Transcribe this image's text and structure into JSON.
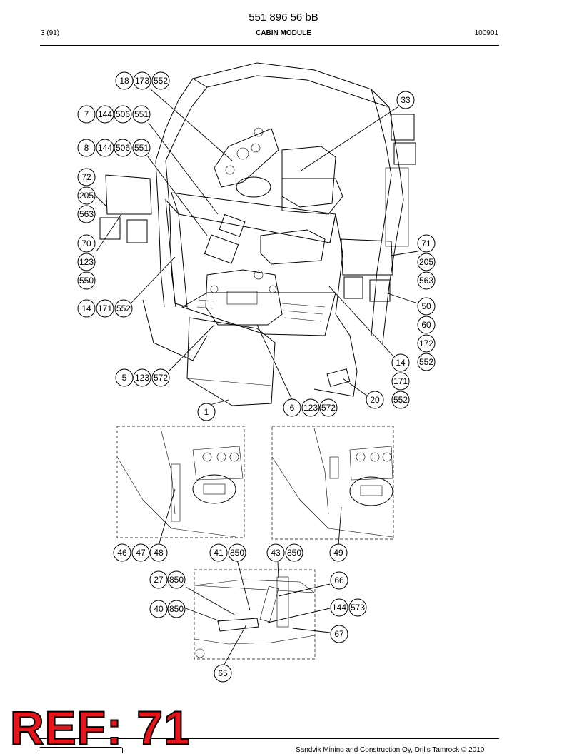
{
  "header": {
    "doc_number": "551 896 56 bB",
    "page": "3 (91)",
    "title": "CABIN MODULE",
    "code": "100901"
  },
  "stamp": "REF: 71",
  "footer": {
    "copyright": "Sandvik Mining and Construction Oy, Drills Tamrock © 2010"
  },
  "callouts": {
    "c18": "18",
    "c173a": "173",
    "c552a": "552",
    "c7": "7",
    "c144a": "144",
    "c506a": "506",
    "c551a": "551",
    "c8": "8",
    "c144b": "144",
    "c506b": "506",
    "c551b": "551",
    "c72": "72",
    "c205a": "205",
    "c563a": "563",
    "c70": "70",
    "c123a": "123",
    "c550": "550",
    "c14a": "14",
    "c171a": "171",
    "c552b": "552",
    "c33": "33",
    "c71": "71",
    "c205b": "205",
    "c563b": "563",
    "c50": "50",
    "c60": "60",
    "c172": "172",
    "c552c": "552",
    "c14b": "14",
    "c171b": "171",
    "c552d": "552",
    "c20": "20",
    "c5": "5",
    "c123b": "123",
    "c572a": "572",
    "c6": "6",
    "c123c": "123",
    "c572b": "572",
    "c1": "1",
    "c46": "46",
    "c47": "47",
    "c48": "48",
    "c41": "41",
    "c850a": "850",
    "c43": "43",
    "c850b": "850",
    "c49": "49",
    "c27": "27",
    "c850c": "850",
    "c40": "40",
    "c850d": "850",
    "c66": "66",
    "c144c": "144",
    "c573": "573",
    "c67": "67",
    "c65": "65"
  }
}
